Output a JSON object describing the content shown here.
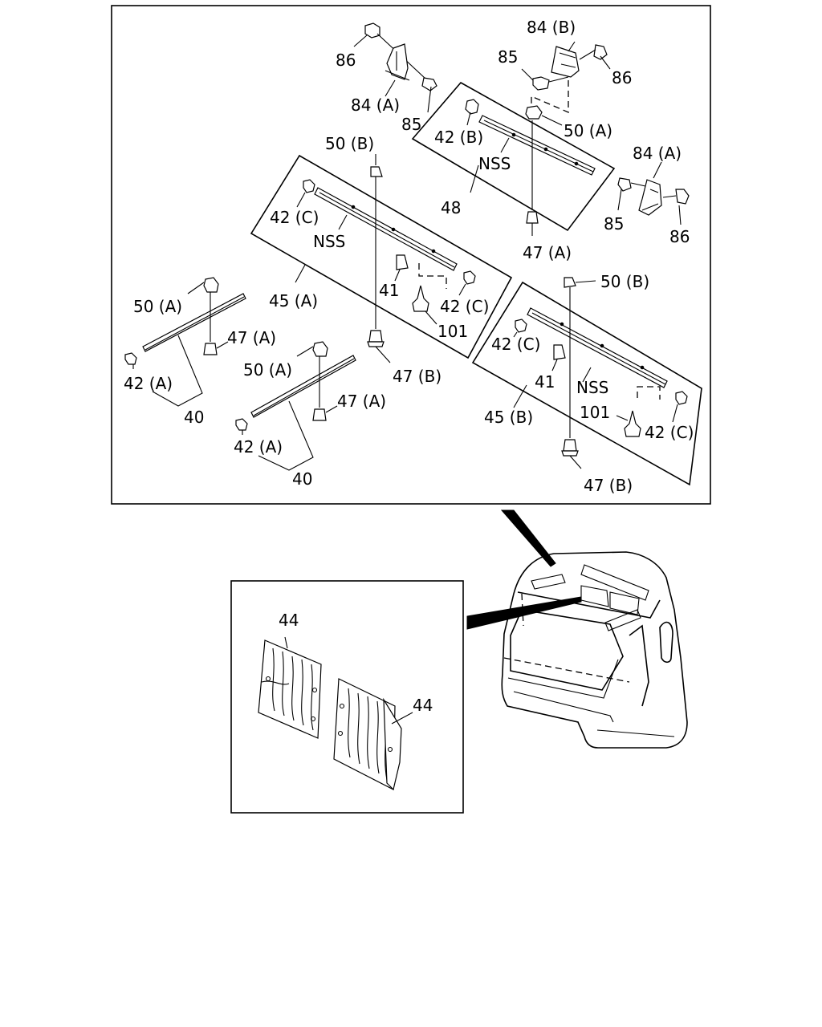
{
  "labels": {
    "p86_a": "86",
    "p84a_a": "84 (A)",
    "p85_a": "85",
    "p84b": "84 (B)",
    "p85_b": "85",
    "p86_b": "86",
    "p42b": "42 (B)",
    "p50a_top": "50 (A)",
    "nss_48": "NSS",
    "p48": "48",
    "p84a_b": "84 (A)",
    "p85_c": "85",
    "p86_c": "86",
    "p47a_top": "47 (A)",
    "p50b_a": "50 (B)",
    "p42c_a": "42 (C)",
    "nss_45a": "NSS",
    "p41_a": "41",
    "p42c_b": "42 (C)",
    "p101_a": "101",
    "p45a": "45 (A)",
    "p47b_a": "47 (B)",
    "p50a_l1": "50 (A)",
    "p47a_l1": "47 (A)",
    "p42a_l1": "42 (A)",
    "p40_l1": "40",
    "p50a_l2": "50 (A)",
    "p47a_l2": "47 (A)",
    "p42a_l2": "42 (A)",
    "p40_l2": "40",
    "p50b_b": "50 (B)",
    "p42c_c": "42 (C)",
    "p41_b": "41",
    "nss_45b": "NSS",
    "p101_b": "101",
    "p42c_d": "42 (C)",
    "p45b": "45 (B)",
    "p47b_b": "47 (B)",
    "p44_a": "44",
    "p44_b": "44"
  }
}
